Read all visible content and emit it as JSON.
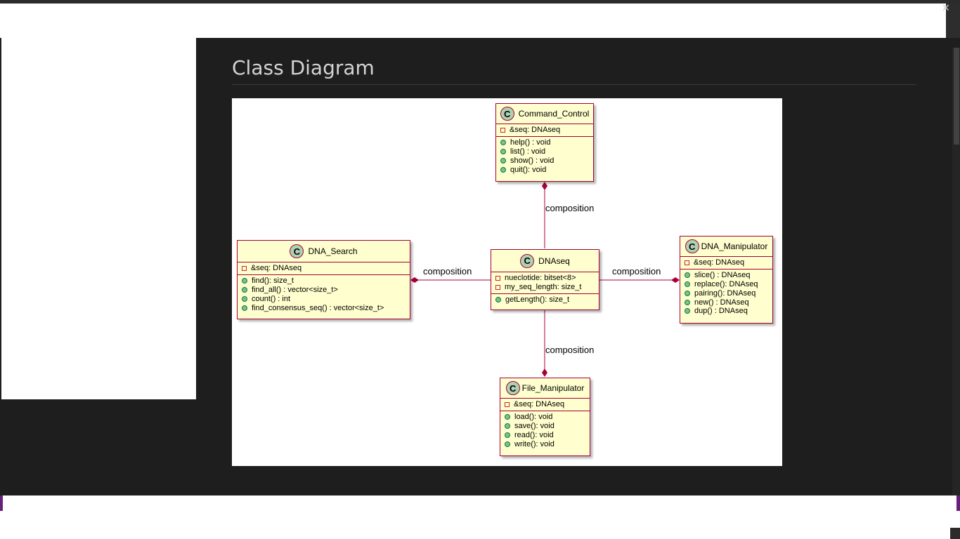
{
  "window": {
    "close_glyph": "✕"
  },
  "panel": {
    "title": "Class Diagram"
  },
  "diagram": {
    "classes": {
      "command_control": {
        "badge": "C",
        "name": "Command_Control",
        "attributes": [
          "&seq: DNAseq"
        ],
        "methods": [
          "help() : void",
          "list() : void",
          "show() : void",
          "quit(): void"
        ]
      },
      "dna_search": {
        "badge": "C",
        "name": "DNA_Search",
        "attributes": [
          "&seq: DNAseq"
        ],
        "methods": [
          "find(): size_t",
          "find_all() : vector<size_t>",
          "count() : int",
          "find_consensus_seq() : vector<size_t>"
        ]
      },
      "dnaseq": {
        "badge": "C",
        "name": "DNAseq",
        "attributes": [
          "nueclotide: bitset<8>",
          "my_seq_length: size_t"
        ],
        "methods": [
          "getLength(): size_t"
        ]
      },
      "dna_manipulator": {
        "badge": "C",
        "name": "DNA_Manipulator",
        "attributes": [
          "&seq: DNAseq"
        ],
        "methods": [
          "slice() : DNAseq",
          "replace(): DNAseq",
          "pairing(): DNAseq",
          "new() : DNAseq",
          "dup() : DNAseq"
        ]
      },
      "file_manipulator": {
        "badge": "C",
        "name": "File_Manipulator",
        "attributes": [
          "&seq: DNAseq"
        ],
        "methods": [
          "load(): void",
          "save(): void",
          "read(): void",
          "write(): void"
        ]
      }
    },
    "links": {
      "top": "composition",
      "left": "composition",
      "right": "composition",
      "bottom": "composition"
    },
    "colors": {
      "border": "#a80036",
      "fill": "#fefece",
      "badge": "#add1b2"
    }
  }
}
